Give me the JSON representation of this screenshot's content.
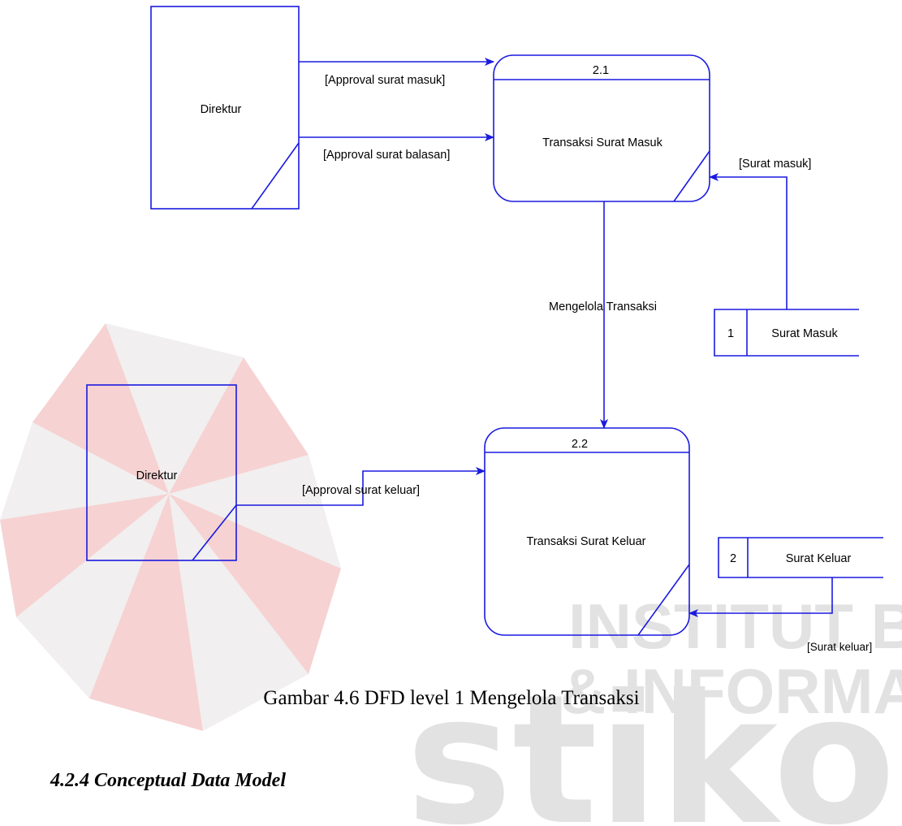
{
  "watermark": {
    "line1": "INSTITUT BISNIS",
    "line2": "& INFORMATIKA",
    "logo_text": "stikom",
    "logo_colors": [
      "#f3c6c6",
      "#e9e9e9"
    ]
  },
  "colors": {
    "diagram_stroke": "#1a1ae0",
    "text": "#000000"
  },
  "entities": [
    {
      "id": "direktur-top",
      "label": "Direktur"
    },
    {
      "id": "direktur-bottom",
      "label": "Direktur"
    }
  ],
  "processes": [
    {
      "id": "2.1",
      "number": "2.1",
      "label": "Transaksi Surat Masuk"
    },
    {
      "id": "2.2",
      "number": "2.2",
      "label": "Transaksi Surat Keluar"
    }
  ],
  "datastores": [
    {
      "id": "1",
      "number": "1",
      "label": "Surat Masuk"
    },
    {
      "id": "2",
      "number": "2",
      "label": "Surat Keluar"
    }
  ],
  "flows": [
    {
      "from": "direktur-top",
      "to": "2.1",
      "label": "[Approval surat masuk]"
    },
    {
      "from": "direktur-top",
      "to": "2.1",
      "label": "[Approval surat balasan]"
    },
    {
      "from": "1",
      "to": "2.1",
      "label": "[Surat masuk]"
    },
    {
      "from": "2.1",
      "to": "2.2",
      "label": "Mengelola Transaksi"
    },
    {
      "from": "direktur-bottom",
      "to": "2.2",
      "label": "[Approval surat keluar]"
    },
    {
      "from": "2",
      "to": "2.2",
      "label": "[Surat keluar]"
    }
  ],
  "caption": "Gambar 4.6 DFD level 1 Mengelola Transaksi",
  "section_heading": "4.2.4 Conceptual Data Model"
}
